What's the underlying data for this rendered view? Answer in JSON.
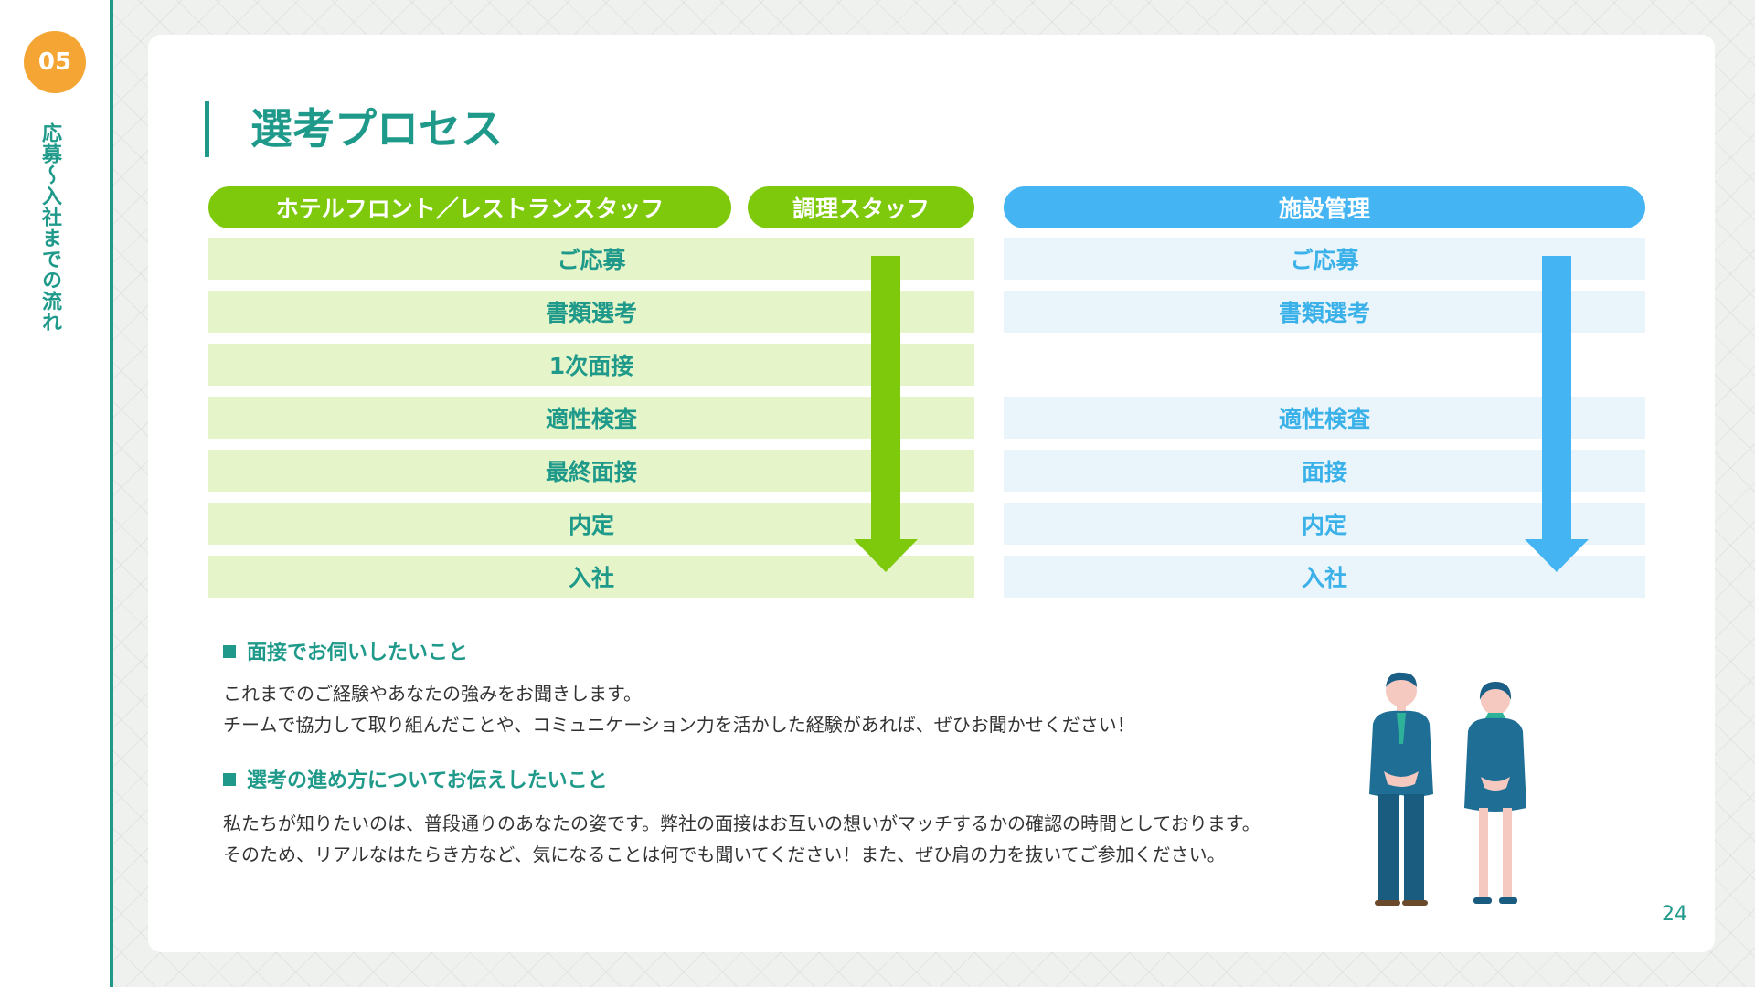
{
  "sidebar": {
    "section_number": "05",
    "section_label": "応募～入社までの流れ"
  },
  "page": {
    "title": "選考プロセス",
    "number": "24"
  },
  "columns": {
    "hotel_label": "ホテルフロント／レストランスタッフ",
    "cook_label": "調理スタッフ",
    "facility_label": "施設管理"
  },
  "steps_green": [
    "ご応募",
    "書類選考",
    "1次面接",
    "適性検査",
    "最終面接",
    "内定",
    "入社"
  ],
  "steps_blue": [
    "ご応募",
    "書類選考",
    "",
    "適性検査",
    "面接",
    "内定",
    "入社"
  ],
  "colors": {
    "accent": "#1f9a8a",
    "green": "#7fc90c",
    "blue": "#45b4f3",
    "badge": "#f4a533"
  },
  "sections": [
    {
      "heading": "面接でお伺いしたいこと",
      "lines": [
        "これまでのご経験やあなたの強みをお聞きします。",
        "チームで協力して取り組んだことや、コミュニケーション力を活かした経験があれば、ぜひお聞かせください！"
      ]
    },
    {
      "heading": "選考の進め方についてお伝えしたいこと",
      "lines": [
        "私たちが知りたいのは、普段通りのあなたの姿です。弊社の面接はお互いの想いがマッチするかの確認の時間としております。",
        "そのため、リアルなはたらき方など、気になることは何でも聞いてください！また、ぜひ肩の力を抜いてご参加ください。"
      ]
    }
  ]
}
